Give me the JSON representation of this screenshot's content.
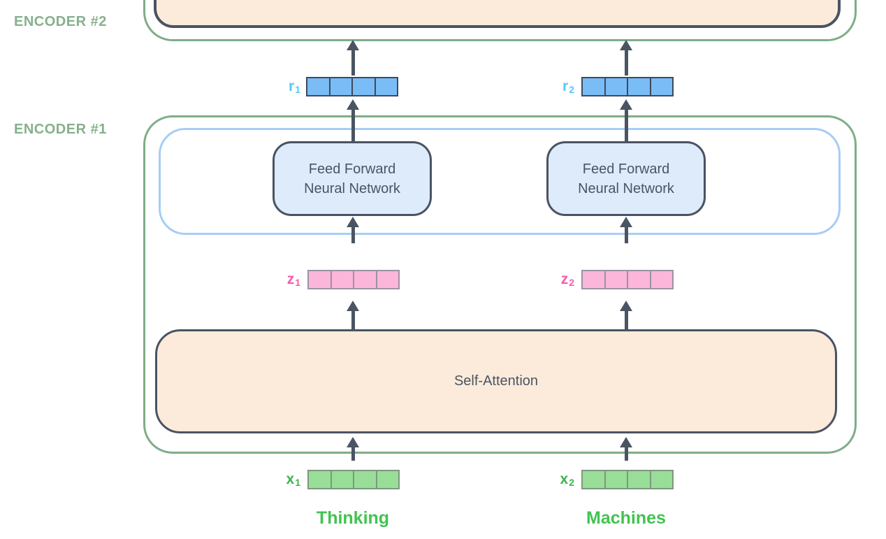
{
  "encoders": {
    "encoder2_label": "ENCODER #2",
    "encoder1_label": "ENCODER #1"
  },
  "blocks": {
    "feed_forward_line1": "Feed Forward",
    "feed_forward_line2": "Neural Network",
    "self_attention": "Self-Attention"
  },
  "vectors": {
    "cells_per_vector": 4,
    "r1": {
      "base": "r",
      "sub": "1"
    },
    "r2": {
      "base": "r",
      "sub": "2"
    },
    "z1": {
      "base": "z",
      "sub": "1"
    },
    "z2": {
      "base": "z",
      "sub": "2"
    },
    "x1": {
      "base": "x",
      "sub": "1"
    },
    "x2": {
      "base": "x",
      "sub": "2"
    }
  },
  "tokens": {
    "token1": "Thinking",
    "token2": "Machines"
  },
  "colors": {
    "encoder_border_green": "#7FAD88",
    "encoder_label_green": "#85B18C",
    "ffnn_container_blue": "#A6CDF6",
    "ffnn_fill": "#DEEBFA",
    "box_border_dark": "#4A5363",
    "self_attention_fill": "#FCEBDA",
    "r_cell_fill": "#79BCF6",
    "r_label": "#57C7F7",
    "z_cell_fill": "#FBB6DA",
    "z_label": "#F45CAD",
    "x_cell_fill": "#98DE98",
    "x_label": "#3CB44B",
    "token_green": "#42C350",
    "arrow": "#4A5563"
  }
}
